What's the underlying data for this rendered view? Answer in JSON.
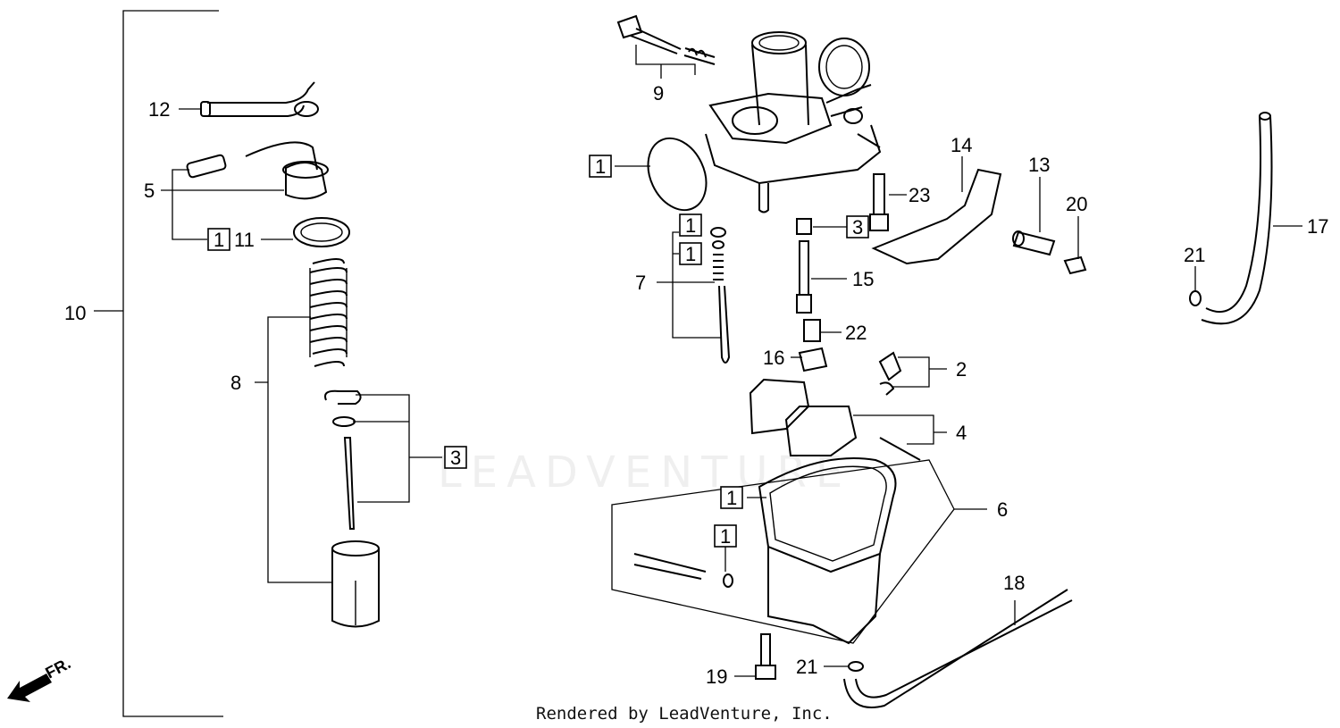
{
  "diagram": {
    "watermark": "LEADVENTURE",
    "footer": "Rendered by LeadVenture, Inc.",
    "direction_label": "FR.",
    "callouts": {
      "c10": "10",
      "c12": "12",
      "c5": "5",
      "c1a": "1",
      "c11": "11",
      "c8": "8",
      "c3a": "3",
      "c9": "9",
      "c1b": "1",
      "c1c": "1",
      "c1d": "1",
      "c7": "7",
      "c23": "23",
      "c3b": "3",
      "c15": "15",
      "c22": "22",
      "c16": "16",
      "c14": "14",
      "c13": "13",
      "c20": "20",
      "c21a": "21",
      "c17": "17",
      "c2": "2",
      "c4": "4",
      "c6": "6",
      "c1e": "1",
      "c1f": "1",
      "c18": "18",
      "c19": "19",
      "c21b": "21"
    }
  }
}
